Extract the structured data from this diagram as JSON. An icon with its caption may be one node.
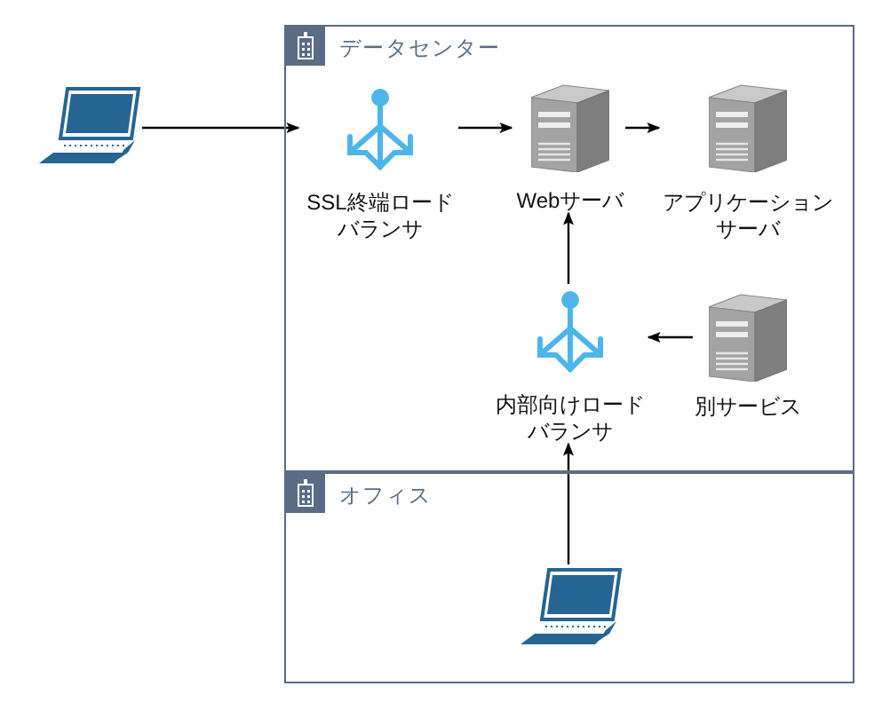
{
  "diagram": {
    "nodes": [
      {
        "text": [
          "データセンター"
        ]
      },
      {
        "text": [
          "オフィス"
        ]
      },
      {
        "text": [],
        "shape": "picture"
      },
      {
        "text": [
          "SSL終端ロードバランサ"
        ],
        "in": 0
      },
      {
        "text": [
          "Webサーバ"
        ],
        "in": 0
      },
      {
        "text": [
          "アプリケーションサーバ"
        ],
        "in": 0
      },
      {
        "text": [
          "内部向けロードバランサ"
        ],
        "in": 0
      },
      {
        "text": [
          "別サービス"
        ],
        "in": 0
      },
      {
        "text": [],
        "shape": "picture",
        "in": 1
      }
    ],
    "edges": [
      {
        "from": 2,
        "to": 3,
        "arrow": "to"
      },
      {
        "from": 3,
        "to": 4,
        "arrow": "to"
      },
      {
        "from": 4,
        "to": 5,
        "arrow": "to"
      },
      {
        "from": 6,
        "to": 4,
        "arrow": "to"
      },
      {
        "from": 7,
        "to": 6,
        "arrow": "to"
      },
      {
        "from": 8,
        "to": 6,
        "arrow": "to"
      }
    ]
  }
}
